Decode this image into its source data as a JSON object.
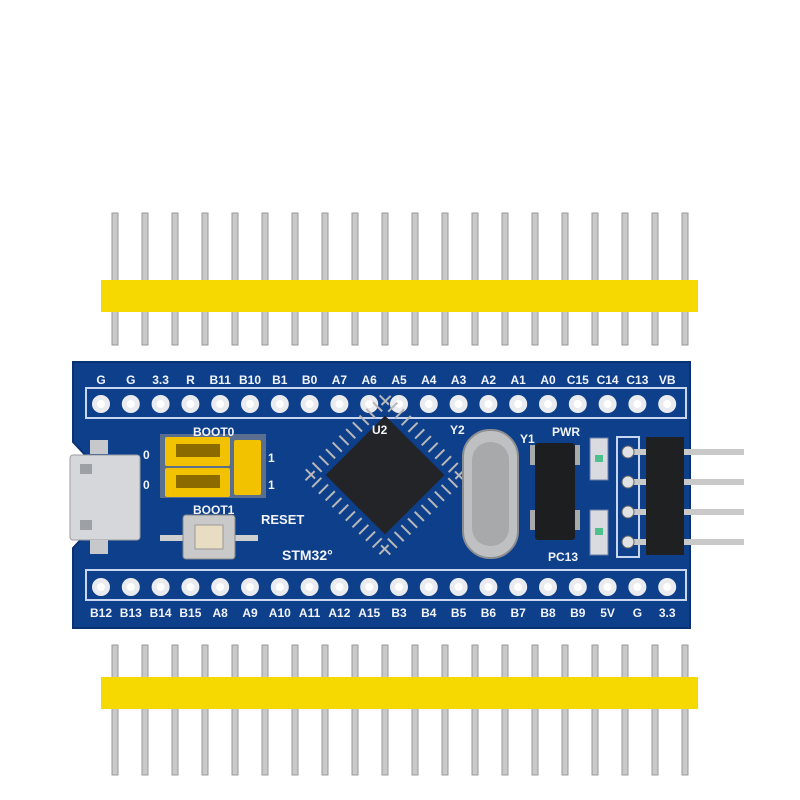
{
  "board": {
    "top_labels": [
      "G",
      "G",
      "3.3",
      "R",
      "B11",
      "B10",
      "B1",
      "B0",
      "A7",
      "A6",
      "A5",
      "A4",
      "A3",
      "A2",
      "A1",
      "A0",
      "C15",
      "C14",
      "C13",
      "VB"
    ],
    "bottom_labels": [
      "B12",
      "B13",
      "B14",
      "B15",
      "A8",
      "A9",
      "A10",
      "A11",
      "A12",
      "A15",
      "B3",
      "B4",
      "B5",
      "B6",
      "B7",
      "B8",
      "B9",
      "5V",
      "G",
      "3.3"
    ],
    "silkscreen": {
      "boot0": "BOOT0",
      "boot1": "BOOT1",
      "reset": "RESET",
      "brand": "STM32°",
      "u2": "U2",
      "y2": "Y2",
      "y1": "Y1",
      "pwr": "PWR",
      "pc13": "PC13",
      "zero_a": "0",
      "zero_b": "0",
      "one_a": "1",
      "one_b": "1"
    }
  },
  "colors": {
    "pcb": "#0d3f8a",
    "header_plastic": "#f5d900",
    "jumper": "#f2c200",
    "pin_metal": "#c9c9c9",
    "chip": "#222428"
  }
}
